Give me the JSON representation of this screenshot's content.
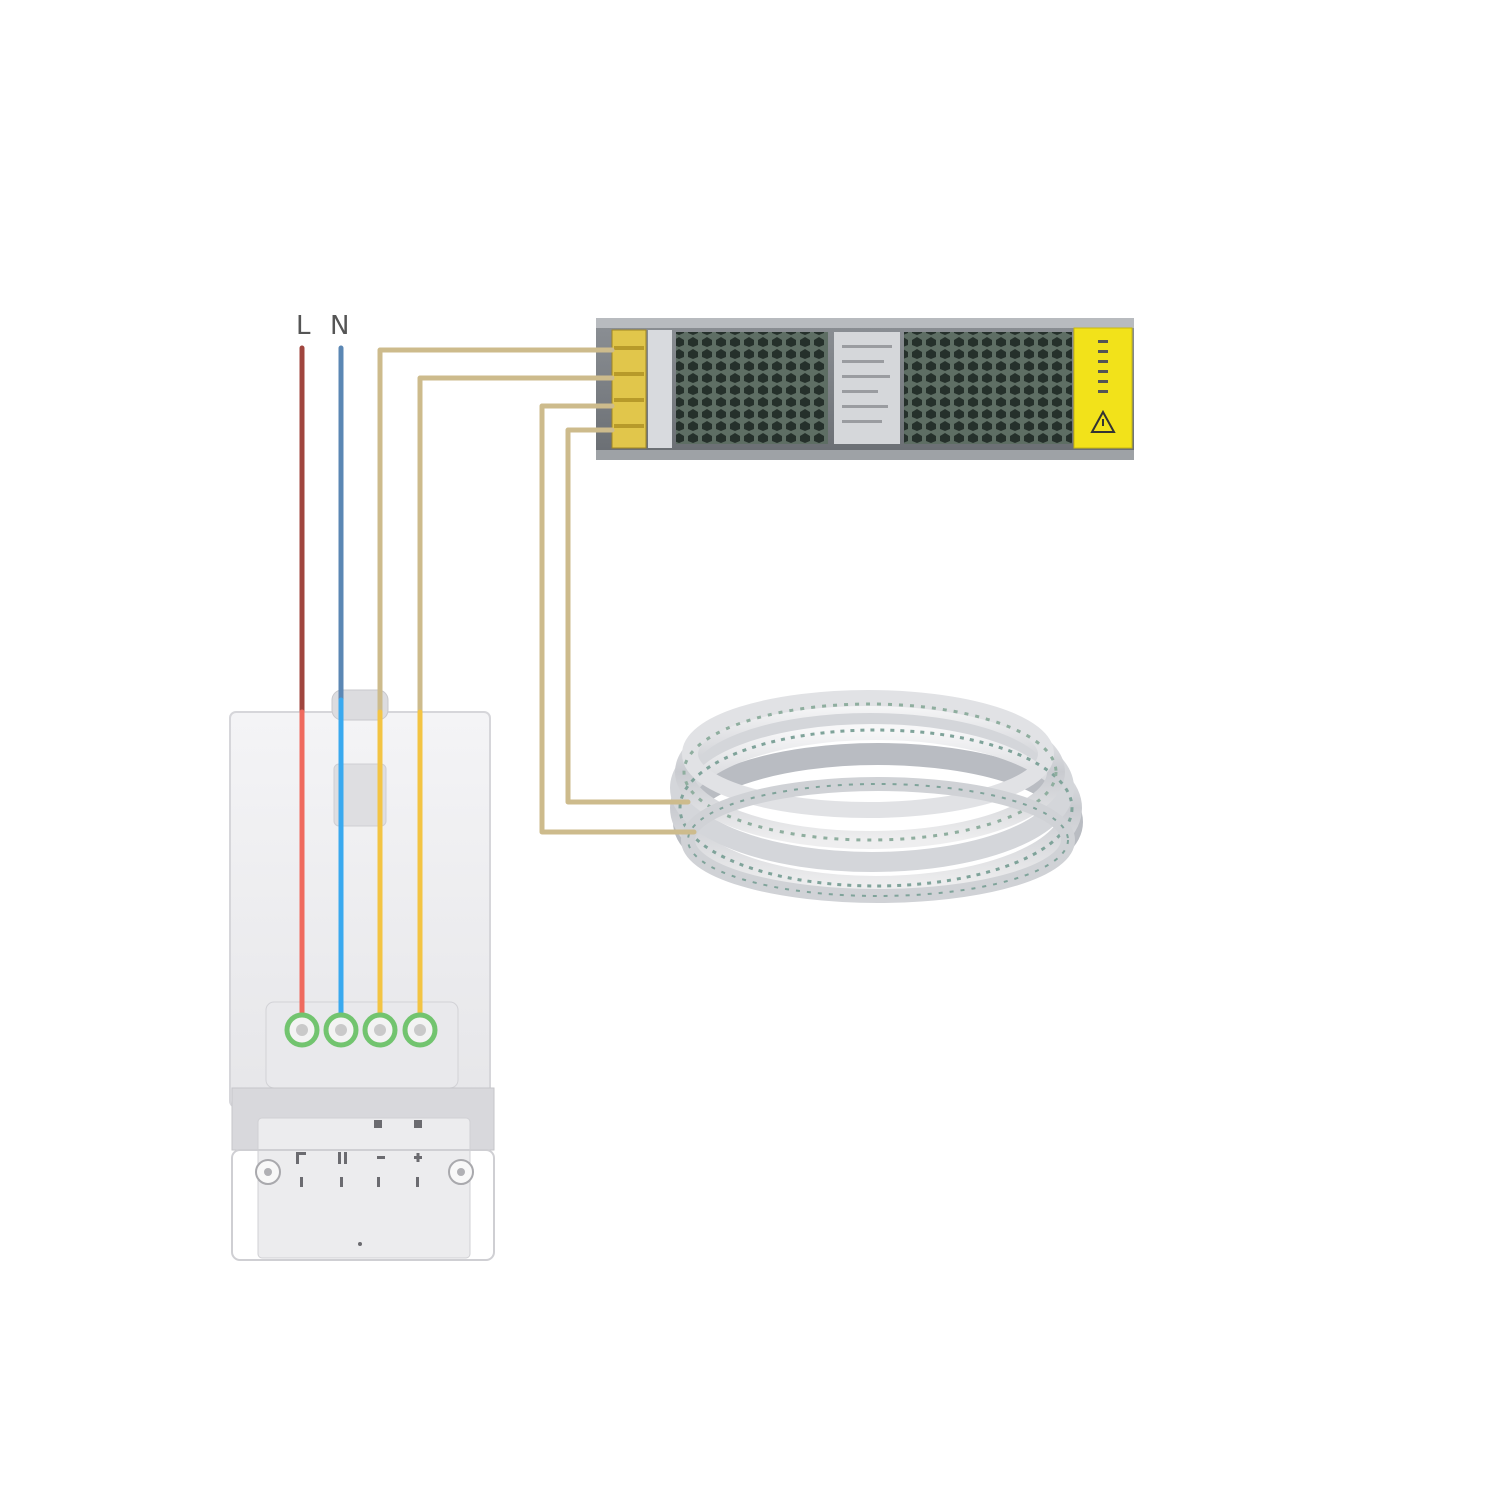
{
  "labels": {
    "line": "L",
    "neutral": "N"
  },
  "colors": {
    "live_wire": "#c0392b",
    "neutral_wire": "#3b8fd6",
    "load_wire": "#f0c040",
    "dc_wire": "#c8b48a",
    "terminal_ring": "#7dc77a",
    "psu_label": "#f2e21a"
  },
  "components": [
    "switch-module",
    "power-supply",
    "led-strip-coil"
  ]
}
